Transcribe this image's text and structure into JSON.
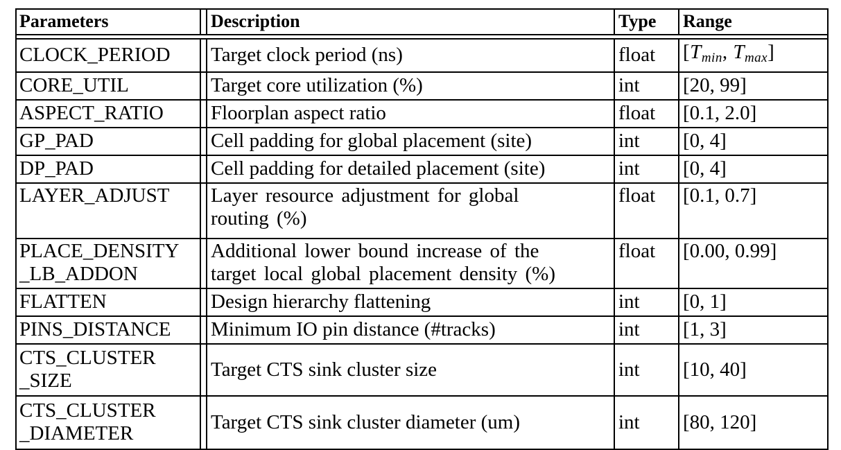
{
  "table": {
    "headers": {
      "param": "Parameters",
      "description": "Description",
      "type": "Type",
      "range": "Range"
    },
    "rows": [
      {
        "param": "CLOCK_PERIOD",
        "description": "Target clock period (ns)",
        "type": "float",
        "range_math": {
          "open": "[",
          "t1": "T",
          "sub1": "min",
          "sep": ", ",
          "t2": "T",
          "sub2": "max",
          "close": "]"
        }
      },
      {
        "param": "CORE_UTIL",
        "description": "Target core utilization (%)",
        "type": "int",
        "range": "[20, 99]"
      },
      {
        "param": "ASPECT_RATIO",
        "description": "Floorplan aspect ratio",
        "type": "float",
        "range": "[0.1, 2.0]"
      },
      {
        "param": "GP_PAD",
        "description": "Cell padding for global placement (site)",
        "type": "int",
        "range": "[0, 4]"
      },
      {
        "param": "DP_PAD",
        "description": "Cell padding for detailed placement (site)",
        "type": "int",
        "range": "[0, 4]"
      },
      {
        "param": "LAYER_ADJUST",
        "description": "Layer resource adjustment for global\nrouting (%)",
        "type": "float",
        "range": "[0.1, 0.7]"
      },
      {
        "param": "PLACE_DENSITY\n_LB_ADDON",
        "description": "Additional lower bound increase of the\ntarget local global placement density (%)",
        "type": "float",
        "range": "[0.00, 0.99]"
      },
      {
        "param": "FLATTEN",
        "description": "Design hierarchy flattening",
        "type": "int",
        "range": "[0, 1]"
      },
      {
        "param": "PINS_DISTANCE",
        "description": "Minimum IO pin distance (#tracks)",
        "type": "int",
        "range": "[1, 3]"
      },
      {
        "param": "CTS_CLUSTER\n_SIZE",
        "description": "Target CTS sink cluster size",
        "type": "int",
        "range": "[10, 40]"
      },
      {
        "param": "CTS_CLUSTER\n_DIAMETER",
        "description": "Target CTS sink cluster diameter (um)",
        "type": "int",
        "range": "[80, 120]"
      }
    ]
  }
}
